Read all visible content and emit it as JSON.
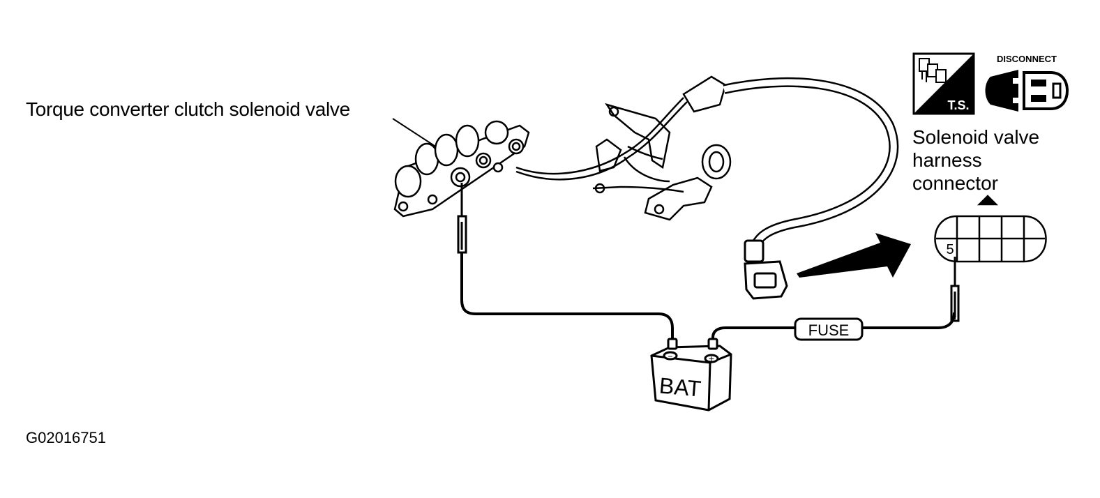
{
  "labels": {
    "solenoid_valve": "Torque converter clutch solenoid valve",
    "connector_line1": "Solenoid valve",
    "connector_line2": "harness",
    "connector_line3": "connector",
    "figure_id": "G02016751"
  },
  "parts": {
    "battery": "BAT",
    "fuse": "FUSE",
    "terminal_number": "5",
    "battery_negative": "−",
    "battery_positive": "+"
  },
  "icons": {
    "test_symbol": "T.S.",
    "disconnect_symbol": "DISCONNECT"
  },
  "colors": {
    "ink": "#000000",
    "paper": "#ffffff"
  }
}
